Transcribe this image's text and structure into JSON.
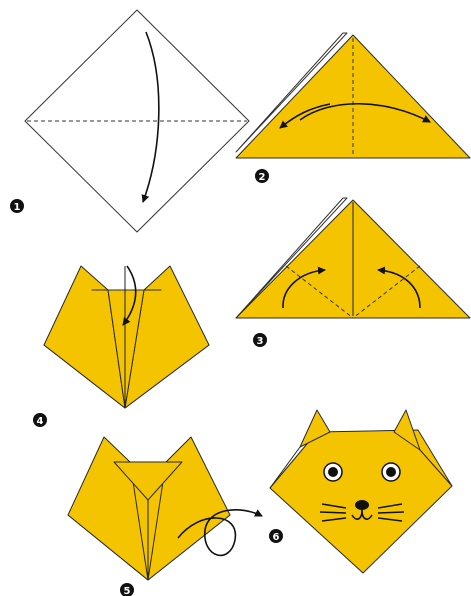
{
  "diagram": {
    "colors": {
      "paper": "#f5c400",
      "outline": "#2a2a2a",
      "badge": "#111111"
    },
    "steps": [
      {
        "number": "1"
      },
      {
        "number": "2"
      },
      {
        "number": "3"
      },
      {
        "number": "4"
      },
      {
        "number": "5"
      },
      {
        "number": "6"
      }
    ]
  }
}
